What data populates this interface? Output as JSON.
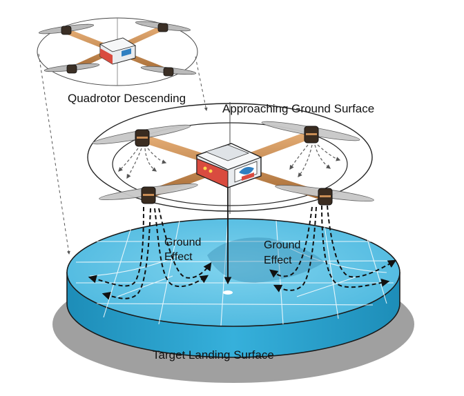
{
  "labels": {
    "quadrotor_descending": "Quadrotor Descending",
    "approaching_ground": "Approaching Ground Surface",
    "ground_effect_left_line1": "Ground",
    "ground_effect_left_line2": "Effect",
    "ground_effect_right_line1": "Ground",
    "ground_effect_right_line2": "Effect",
    "target_landing_surface": "Target Landing Surface"
  },
  "colors": {
    "surface_top": "#5ec4e6",
    "surface_side": "#2fa3cf",
    "shadow": "#8a8a8a",
    "arm": "#c98d55",
    "body": "#e9ecef",
    "body_accent": "#d94b3f",
    "airflow": "#222222"
  }
}
